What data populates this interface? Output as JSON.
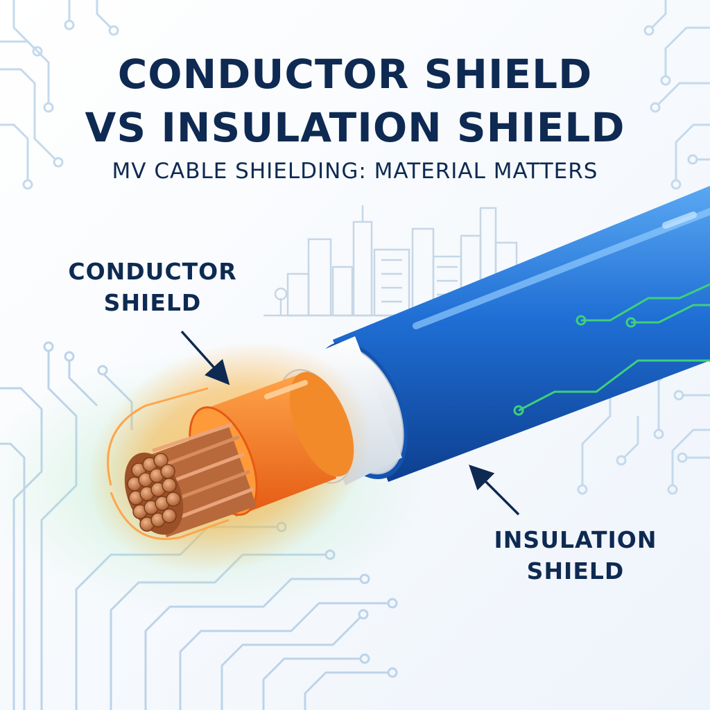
{
  "title": {
    "line1": "CONDUCTOR SHIELD",
    "line2": "VS INSULATION SHIELD"
  },
  "subtitle": "MV CABLE SHIELDING: MATERIAL MATTERS",
  "callouts": {
    "conductor_shield": {
      "line1": "CONDUCTOR",
      "line2": "SHIELD"
    },
    "insulation_shield": {
      "line1": "INSULATION",
      "line2": "SHIELD"
    }
  },
  "colors": {
    "title_text": "#0e2a52",
    "outer_jacket": "#1f6ed4",
    "insulation_shield": "#f2f5f8",
    "conductor_shield": "#f27a1a",
    "copper_strands": "#c97a4a",
    "circuit_lines": "#b9d3ea",
    "circuit_accent": "#3fd07a",
    "glow": "#ffb347"
  },
  "icons": [
    "circuit-pattern",
    "city-skyline",
    "arrow-pointer"
  ]
}
